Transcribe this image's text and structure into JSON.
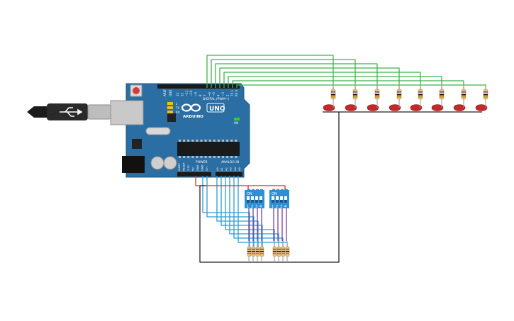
{
  "board": {
    "brand": "ARDUINO",
    "model": "UNO",
    "digital_header_label": "DIGITAL (PWM~)",
    "power_label": "POWER",
    "analog_label": "ANALOG IN",
    "aref_label": "AREF",
    "gnd_label": "GND",
    "digital_pins": [
      "13",
      "12",
      "~11",
      "~10",
      "~9",
      "8",
      "7",
      "~6",
      "~5",
      "4",
      "~3",
      "2",
      "TX 1",
      "RX 0"
    ],
    "power_pins": [
      "IOREF",
      "RESET",
      "3.3V",
      "5V",
      "GND",
      "GND",
      "Vin"
    ],
    "analog_pins": [
      "A0",
      "A1",
      "A2",
      "A3",
      "A4",
      "A5"
    ],
    "led_labels": [
      "L",
      "TX",
      "RX"
    ],
    "on_label": "ON"
  },
  "dip_switches": [
    {
      "on_label": "ON",
      "numbers": [
        "1",
        "2",
        "3",
        "4"
      ]
    },
    {
      "on_label": "ON",
      "numbers": [
        "1",
        "2",
        "3",
        "4"
      ]
    }
  ],
  "colors": {
    "board": "#2b6ea3",
    "board_dark": "#1f5582",
    "dip_body": "#2d8fd5",
    "wire_green": "#3bb54a",
    "wire_blue": "#2a9bd6",
    "wire_red": "#d32f2f",
    "wire_black": "#222222",
    "wire_purple": "#7b3fa0",
    "led_red": "#c42828",
    "resistor_body": "#e3c48a"
  }
}
